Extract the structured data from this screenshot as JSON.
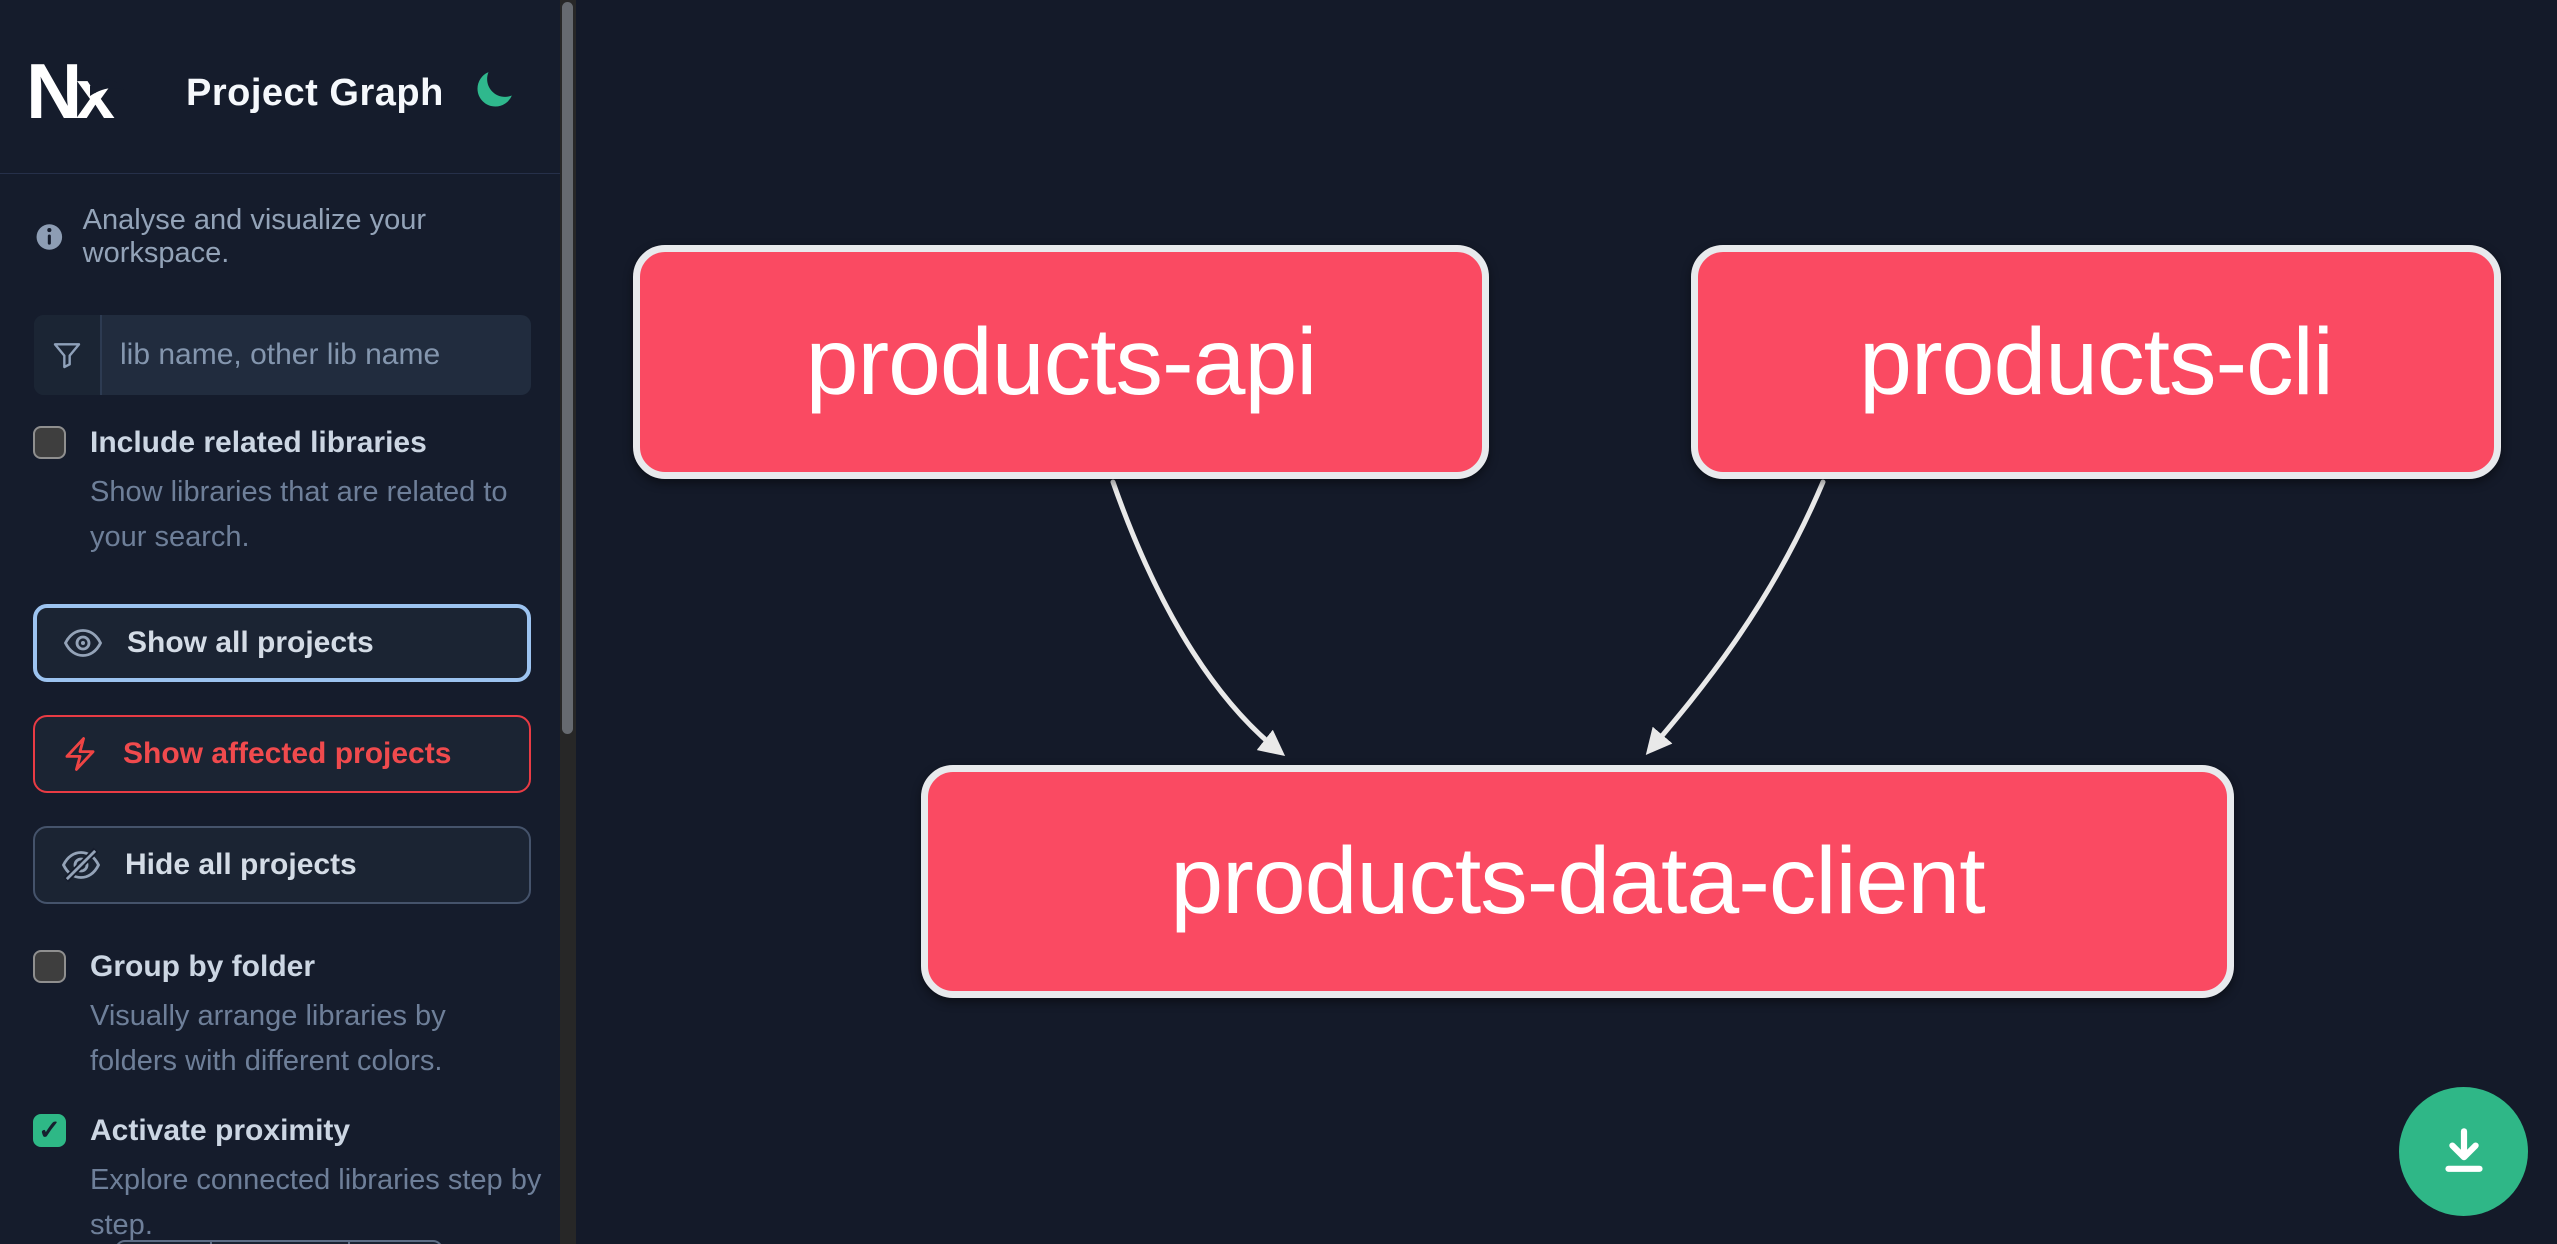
{
  "header": {
    "logo_text": "Nx",
    "title": "Project Graph",
    "theme_icon": "moon-icon"
  },
  "sidebar": {
    "intro_text": "Analyse and visualize your workspace.",
    "search": {
      "placeholder": "lib name, other lib name",
      "value": "",
      "icon": "filter-funnel-icon"
    },
    "options": [
      {
        "label": "Include related libraries",
        "description": "Show libraries that are related to your search.",
        "checked": false
      },
      {
        "label": "Group by folder",
        "description": "Visually arrange libraries by folders with different colors.",
        "checked": false
      },
      {
        "label": "Activate proximity",
        "description": "Explore connected libraries step by step.",
        "checked": true
      }
    ],
    "actions": [
      {
        "label": "Show all projects",
        "icon": "eye-icon",
        "style": "focused-blue"
      },
      {
        "label": "Show affected projects",
        "icon": "bolt-icon",
        "style": "affected-red"
      },
      {
        "label": "Hide all projects",
        "icon": "eye-slash-icon",
        "style": "neutral"
      }
    ]
  },
  "graph": {
    "nodes": [
      {
        "label": "products-api"
      },
      {
        "label": "products-cli"
      },
      {
        "label": "products-data-client"
      }
    ],
    "edges": [
      {
        "from": "products-api",
        "to": "products-data-client"
      },
      {
        "from": "products-cli",
        "to": "products-data-client"
      }
    ]
  },
  "fab": {
    "icon": "download-icon"
  },
  "icons": {
    "check_glyph": "✓"
  },
  "colors": {
    "sidebar_bg": "#151c2c",
    "canvas_bg": "#141a29",
    "node_fill": "#fa4a62",
    "node_border": "#e8eaed",
    "edge": "#e9e9e9",
    "accent_green": "#2eb886",
    "focus_blue_border": "#9cc3f0",
    "affected_red": "#ef4444",
    "label_text": "#ccd6e3",
    "muted_text": "#6e7f99"
  }
}
